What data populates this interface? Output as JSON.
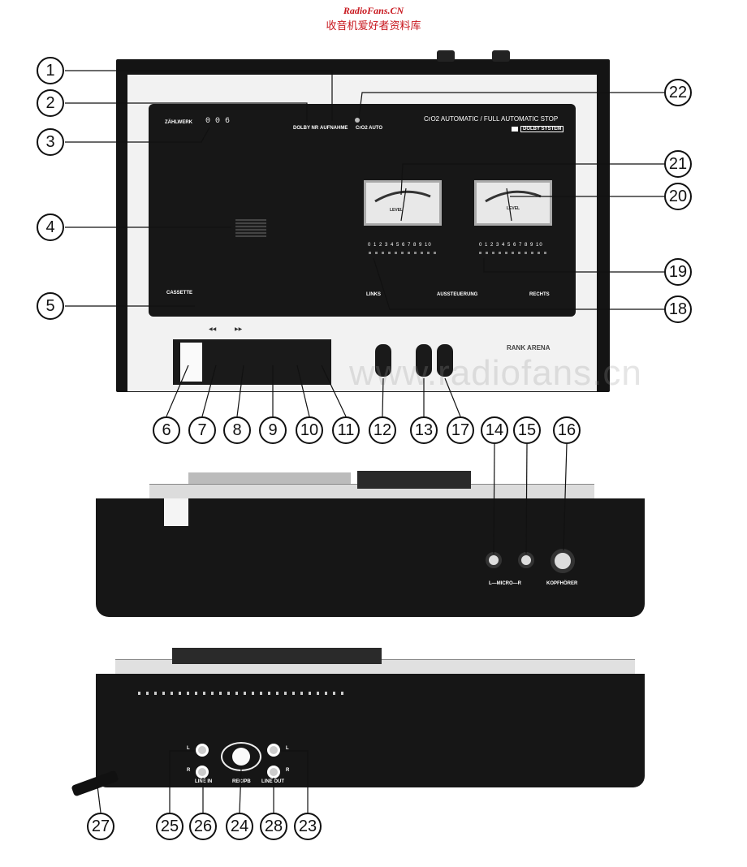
{
  "header": {
    "site": "RadioFans.CN",
    "subtitle": "收音机爱好者资料库",
    "watermark": "www.radiofans.cn"
  },
  "front_panel": {
    "zaehlwerk_label": "ZÄHLWERK",
    "counter_digits": "0 0 6",
    "dolby_nr_label": "DOLBY NR",
    "aufnahme_label": "AUFNAHME",
    "cro2_auto_label": "CrO2 AUTO",
    "automatic_title": "CrO2 AUTOMATIC / FULL AUTOMATIC STOP",
    "dolby_system": "DOLBY SYSTEM",
    "level_left": "LEVEL",
    "level_right": "LEVEL",
    "scale_numbers": "0 1 2 3 4 5 6 7 8 9 10",
    "links_label": "LINKS",
    "aussteuerung_label": "AUSSTEUERUNG",
    "rechts_label": "RECHTS",
    "cassette_label": "CASSETTE",
    "rewind_symbol": "◀◀",
    "forward_symbol": "▶▶",
    "brand_label": "RANK ARENA"
  },
  "front_side": {
    "micro_label": "L—MICRO—R",
    "kopfhoerer_label": "KOPFHÖRER"
  },
  "rear_panel": {
    "l_left": "L",
    "r_left": "R",
    "line_in_label": "LINE IN",
    "rec_pb_label": "REC/PB",
    "line_out_label": "LINE OUT",
    "l_right": "L",
    "r_right": "R"
  },
  "callouts": [
    "1",
    "2",
    "3",
    "4",
    "5",
    "6",
    "7",
    "8",
    "9",
    "10",
    "11",
    "12",
    "13",
    "14",
    "15",
    "16",
    "17",
    "18",
    "19",
    "20",
    "21",
    "22",
    "23",
    "24",
    "25",
    "26",
    "27",
    "28"
  ]
}
